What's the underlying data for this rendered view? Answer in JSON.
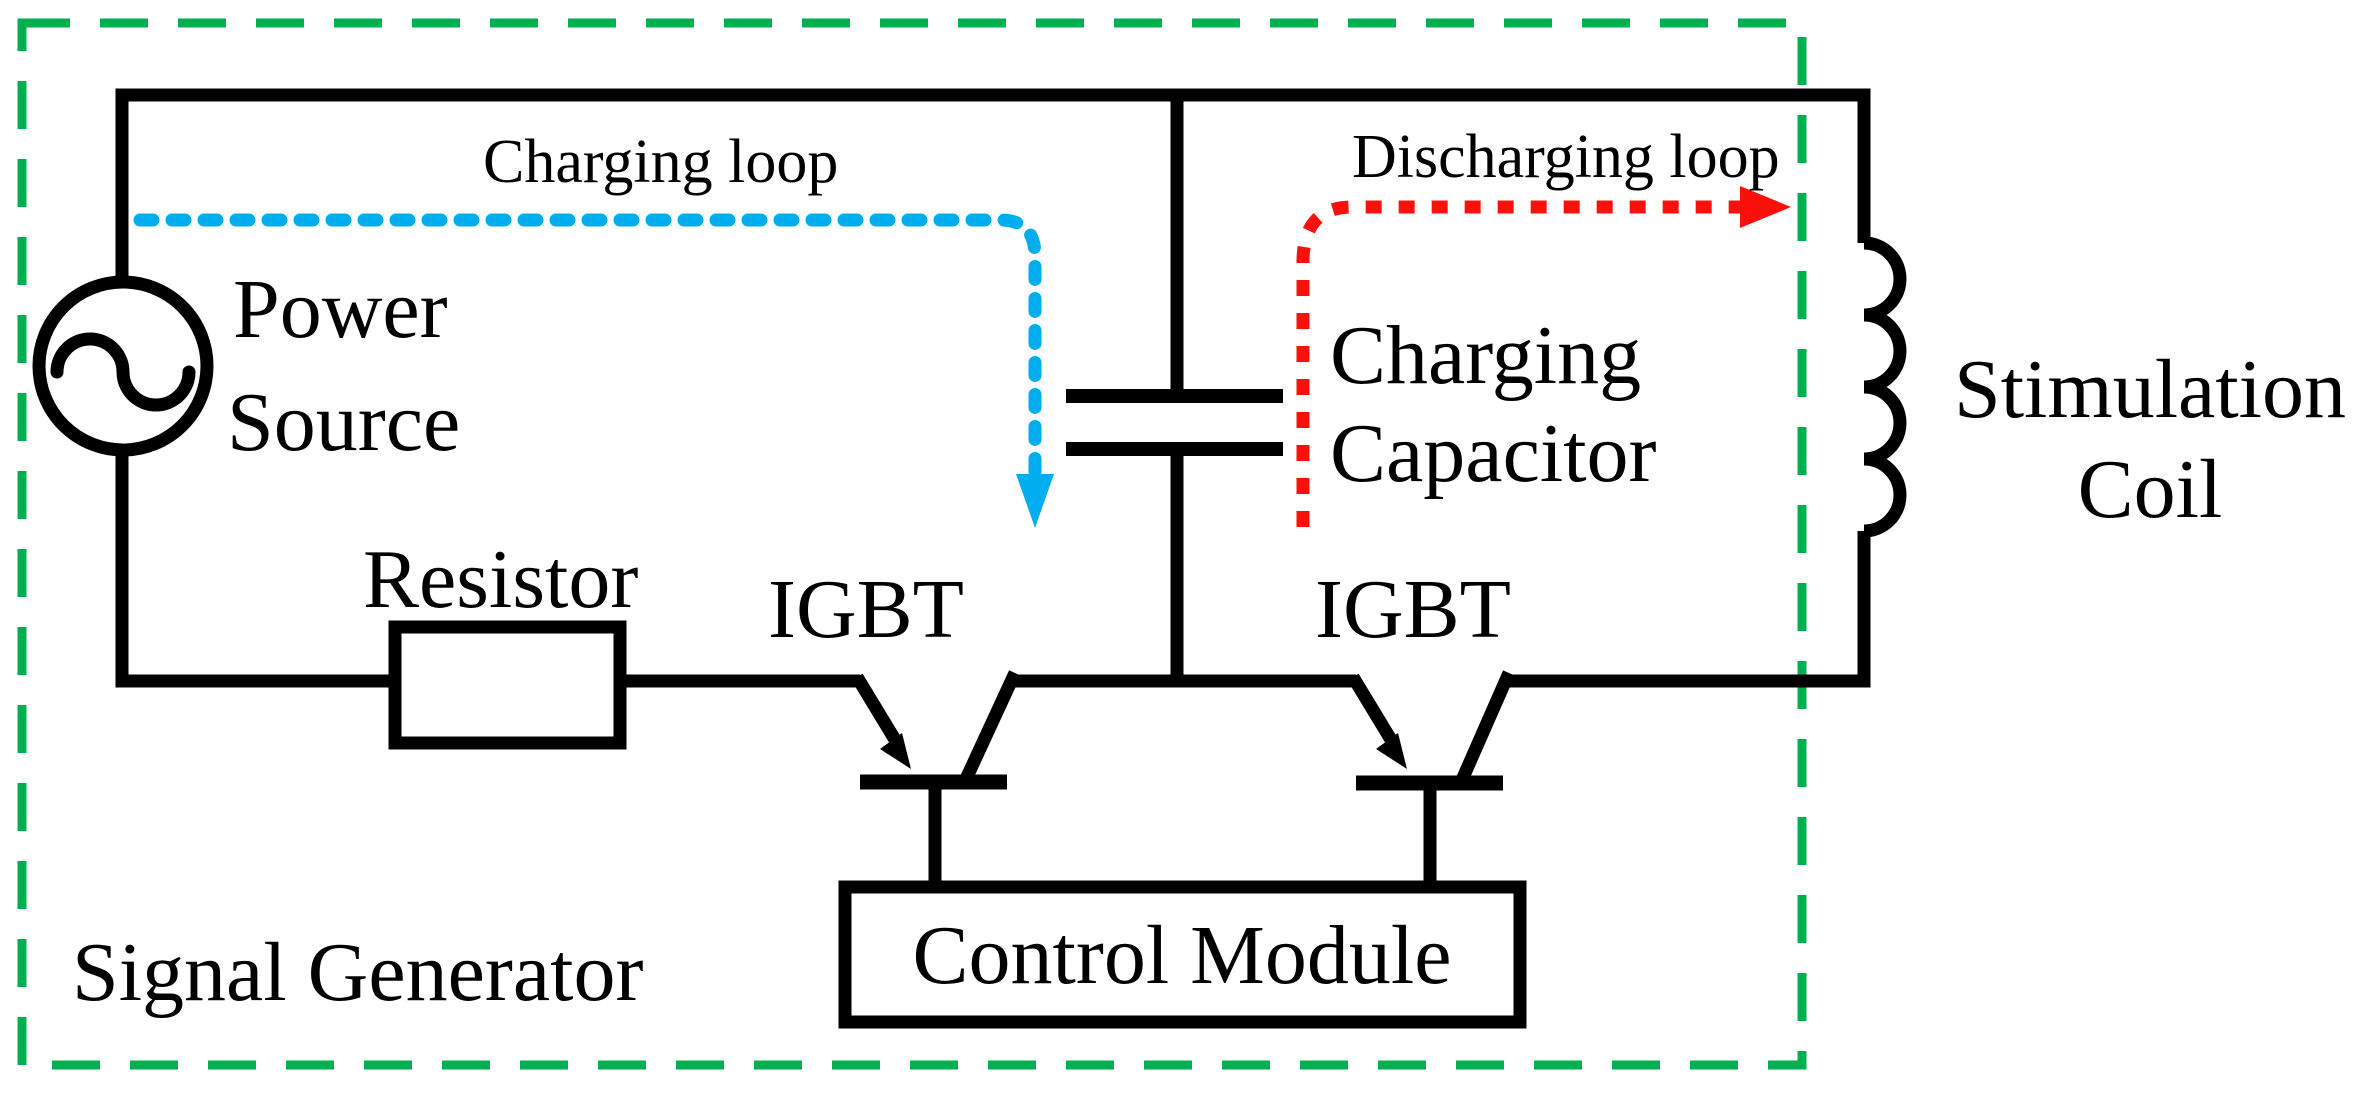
{
  "figure": {
    "kind": "circuit-diagram",
    "boundary_label": "Signal Generator"
  },
  "colors": {
    "wire": "#000000",
    "charging_loop": "#00AEEF",
    "discharging_loop": "#FB100C",
    "boundary": "#00B050",
    "background": "#FFFFFF"
  },
  "labels": {
    "charging_loop": "Charging loop",
    "discharging_loop": "Discharging loop",
    "power_source_line1": "Power",
    "power_source_line2": "Source",
    "resistor": "Resistor",
    "igbt_left": "IGBT",
    "igbt_right": "IGBT",
    "capacitor_line1": "Charging",
    "capacitor_line2": "Capacitor",
    "coil_line1": "Stimulation",
    "coil_line2": "Coil",
    "control_module": "Control Module",
    "signal_generator": "Signal Generator"
  }
}
